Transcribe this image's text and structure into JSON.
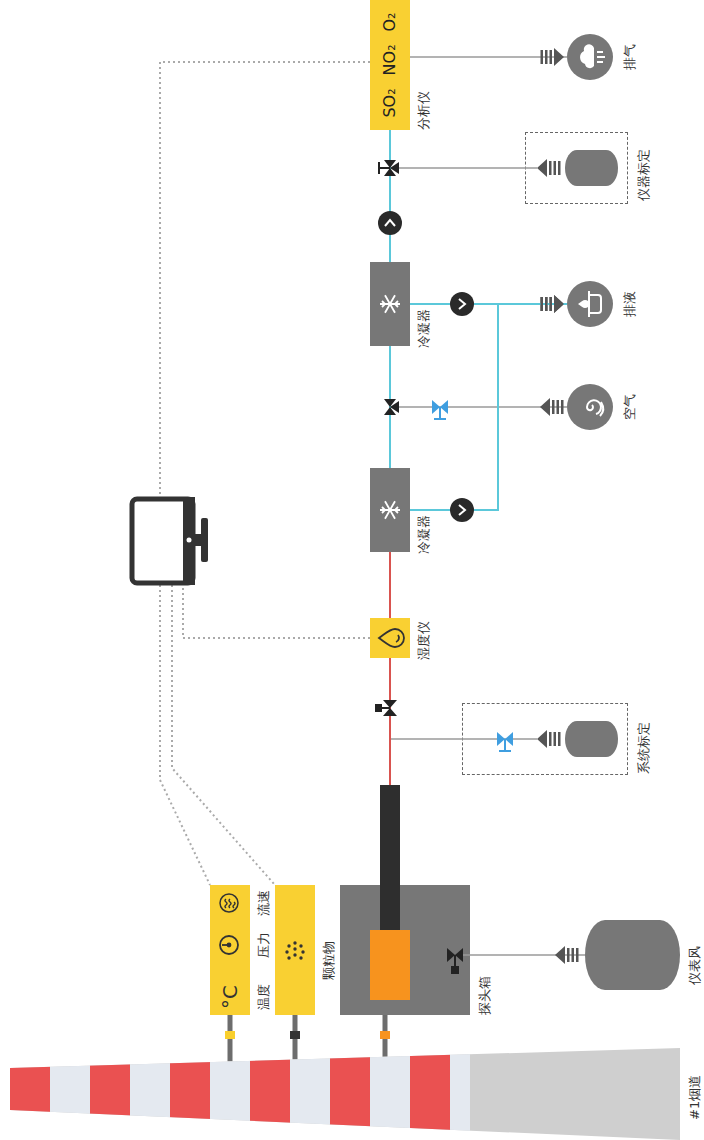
{
  "diagram": {
    "nodes": [
      {
        "text": [
          "#1烟道"
        ]
      },
      {
        "text": [
          "°C",
          "温度",
          "压力",
          "流速"
        ]
      },
      {
        "text": [
          "颗粒物"
        ]
      },
      {
        "text": [
          "探头箱"
        ]
      },
      {
        "text": [
          "仪表风"
        ]
      },
      {
        "text": [
          "系统标定"
        ]
      },
      {
        "text": [
          "湿度仪"
        ]
      },
      {
        "text": [
          "冷凝器"
        ]
      },
      {
        "text": [
          "空气"
        ]
      },
      {
        "text": [
          "冷凝器"
        ]
      },
      {
        "text": [
          "排液"
        ]
      },
      {
        "text": [
          "仪器标定"
        ]
      },
      {
        "text": [
          "SO₂",
          "NO₂",
          "O₂",
          "分析仪"
        ]
      },
      {
        "text": [
          "排气"
        ]
      }
    ],
    "edges": [
      {
        "from": 0,
        "to": 1,
        "arrow": "none"
      },
      {
        "from": 0,
        "to": 2,
        "arrow": "none"
      },
      {
        "from": 0,
        "to": 3,
        "arrow": "none"
      },
      {
        "from": 4,
        "to": 3,
        "arrow": "to"
      },
      {
        "from": 5,
        "to": 6,
        "arrow": "to"
      },
      {
        "from": 8,
        "to": 9,
        "arrow": "to"
      },
      {
        "from": 11,
        "to": 12,
        "arrow": "to"
      },
      {
        "from": 3,
        "to": 6,
        "arrow": "none"
      },
      {
        "from": 6,
        "to": 7,
        "arrow": "none"
      },
      {
        "from": 7,
        "to": 9,
        "arrow": "none"
      },
      {
        "from": 7,
        "to": 10,
        "arrow": "to"
      },
      {
        "from": 9,
        "to": 10,
        "arrow": "to"
      },
      {
        "from": 9,
        "to": 12,
        "arrow": "none"
      },
      {
        "from": 12,
        "to": 13,
        "arrow": "to"
      }
    ]
  }
}
